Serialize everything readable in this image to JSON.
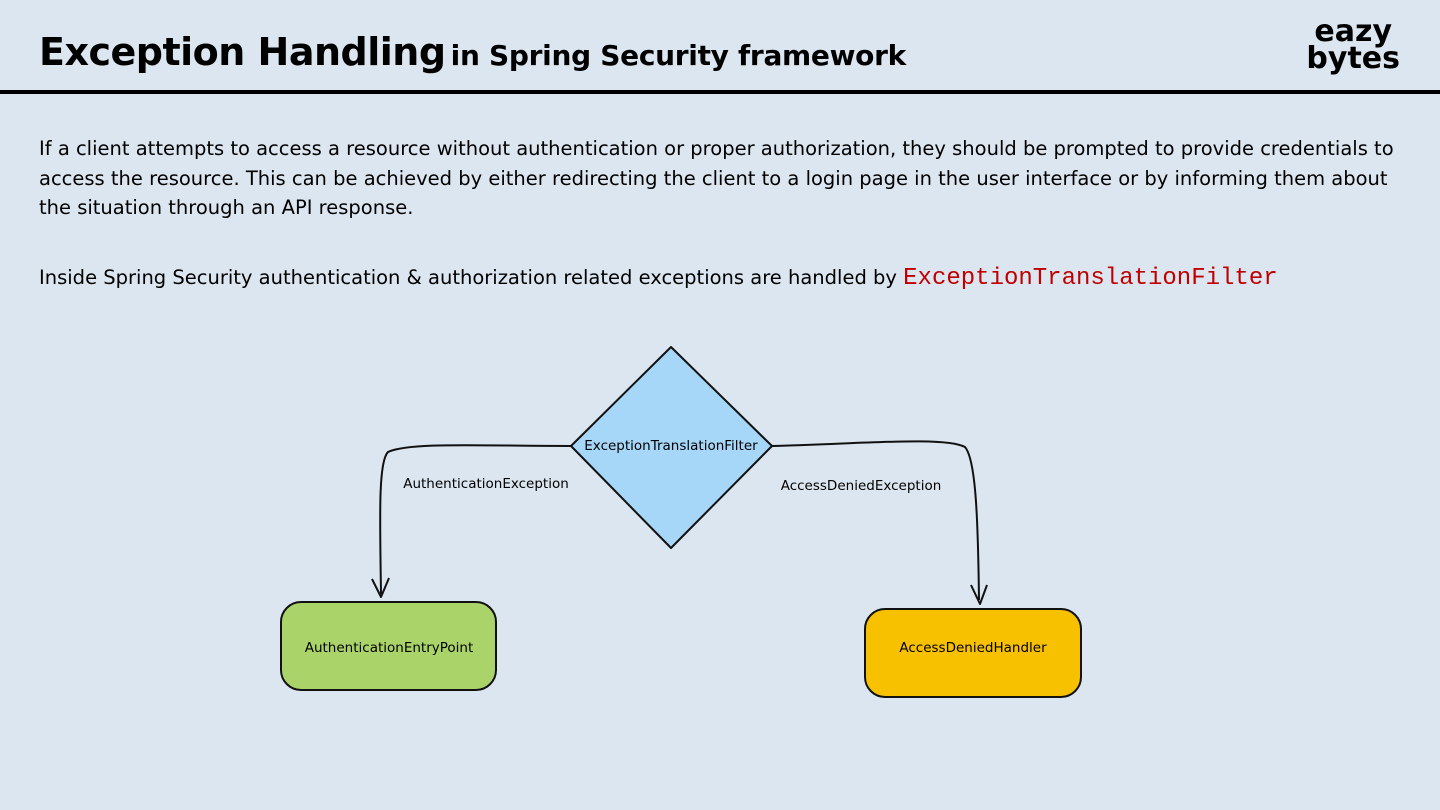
{
  "header": {
    "title_main": "Exception Handling",
    "title_sub": "in Spring Security framework",
    "logo_line1": "eazy",
    "logo_line2": "bytes"
  },
  "content": {
    "paragraph1": "If a client attempts to access a resource without authentication or proper authorization, they should be prompted to provide credentials to access the resource. This can be achieved by either redirecting the client to a login page in the user interface or by informing them about the situation through an API response.",
    "paragraph2_prefix": "Inside Spring Security authentication & authorization related exceptions are handled by ",
    "paragraph2_code": "ExceptionTranslationFilter"
  },
  "diagram": {
    "decision_label": "ExceptionTranslationFilter",
    "left_edge_label": "AuthenticationException",
    "right_edge_label": "AccessDeniedException",
    "left_box_label": "AuthenticationEntryPoint",
    "right_box_label": "AccessDeniedHandler",
    "colors": {
      "decision_fill": "#a6d6f8",
      "left_box_fill": "#aad46a",
      "right_box_fill": "#f7c100"
    }
  }
}
